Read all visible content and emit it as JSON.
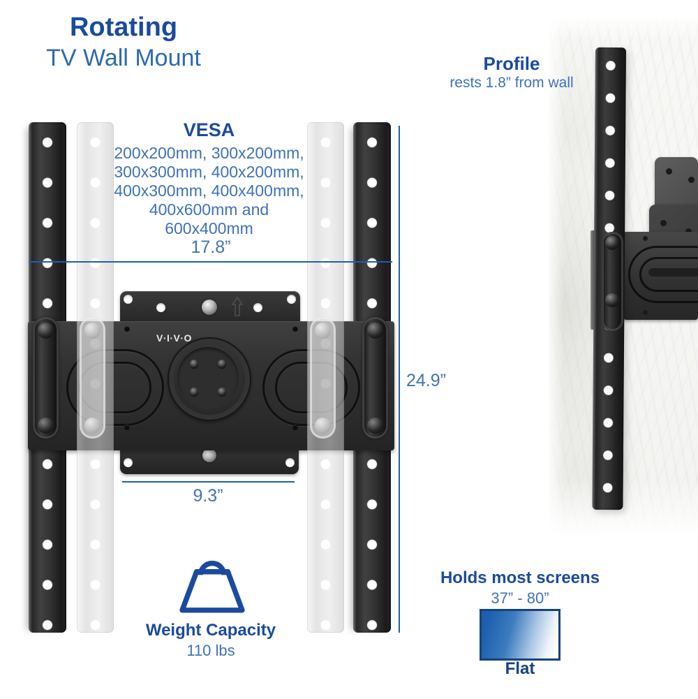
{
  "title": {
    "line1": "Rotating",
    "line2": "TV Wall Mount"
  },
  "profile": {
    "heading": "Profile",
    "subtext": "rests 1.8” from wall"
  },
  "vesa": {
    "heading": "VESA",
    "lines": [
      "200x200mm, 300x200mm,",
      "300x300mm, 400x200mm,",
      "400x300mm, 400x400mm,",
      "400x600mm and 600x400mm"
    ]
  },
  "dimensions": {
    "width": "17.8”",
    "height": "24.9”",
    "plate_width": "9.3”"
  },
  "brand": {
    "logo": "V·I·V·O"
  },
  "weight": {
    "heading": "Weight Capacity",
    "value": "110 lbs"
  },
  "screens": {
    "heading": "Holds most screens",
    "range": "37” - 80”",
    "type_label": "Flat"
  },
  "icons": {
    "weight": "weight-icon",
    "up_arrow": "up-arrow-icon"
  },
  "colors": {
    "heading_blue": "#1b4a9e",
    "body_blue": "#3e72b8",
    "line_blue": "#1d5fae",
    "metal_dark": "#2d2d2d",
    "screen_gradient_start": "#1b5fae",
    "screen_border": "#16427e"
  }
}
